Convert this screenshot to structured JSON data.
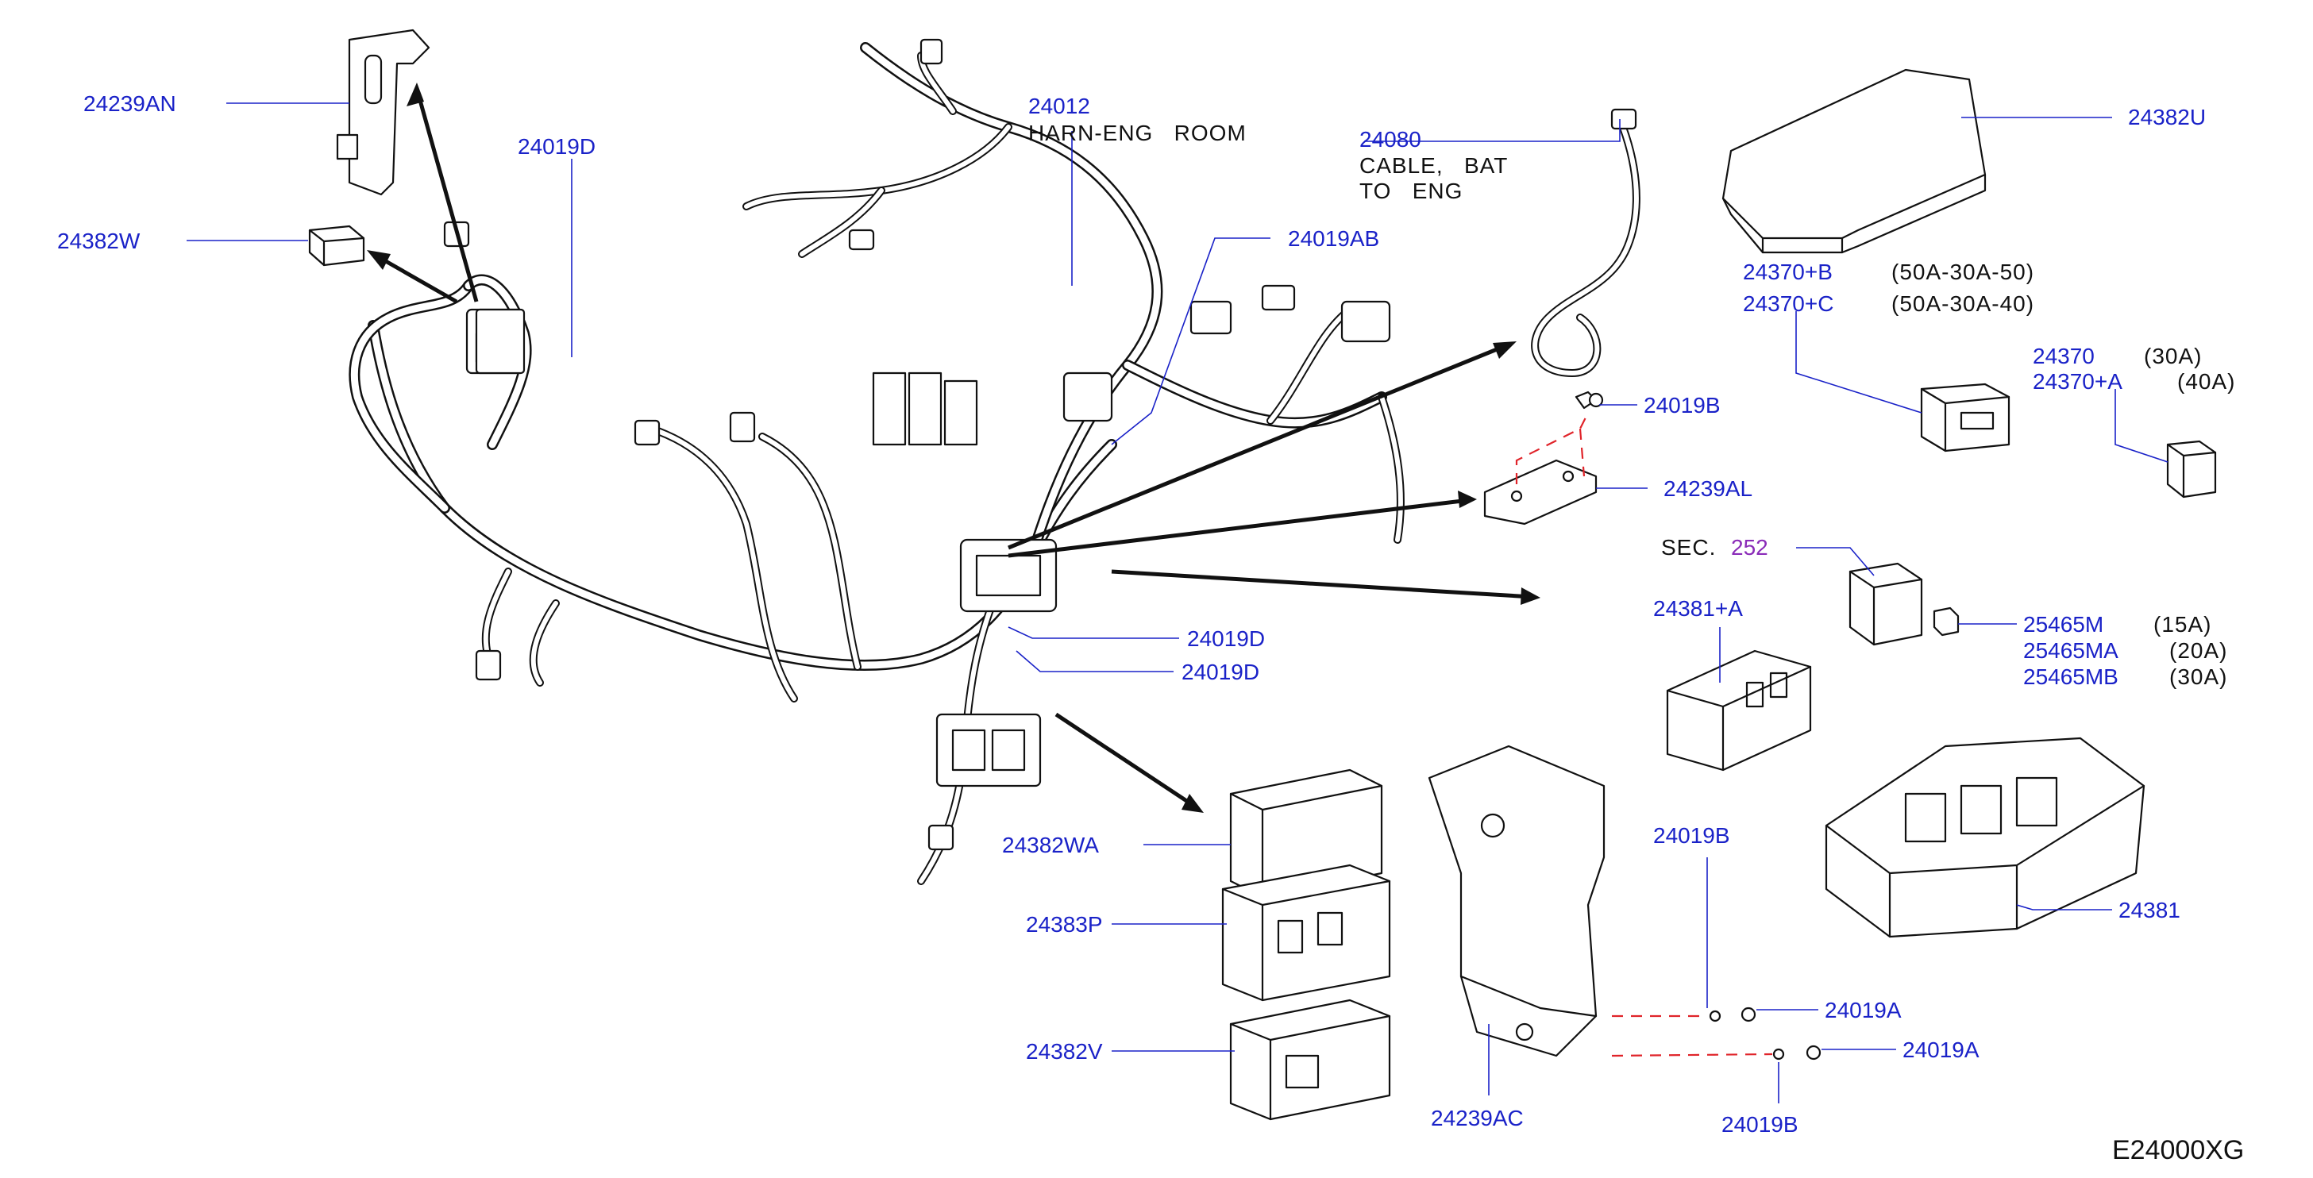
{
  "diagram_code": "E24000XG",
  "sec_label": "SEC.",
  "sec_number": "252",
  "colors": {
    "part_number": "#1a22c8",
    "sec_number": "#8a2bb8",
    "dashed_guide": "#e0242a",
    "ink": "#111111"
  },
  "parts": [
    {
      "id": "24239AN",
      "label": "24239AN"
    },
    {
      "id": "24019D-top",
      "label": "24019D"
    },
    {
      "id": "24382W",
      "label": "24382W"
    },
    {
      "id": "24012",
      "label": "24012",
      "desc": "HARN-ENG   ROOM"
    },
    {
      "id": "24019AB",
      "label": "24019AB"
    },
    {
      "id": "24080",
      "label": "24080",
      "desc1": "CABLE,   BAT",
      "desc2": "TO   ENG"
    },
    {
      "id": "24382U",
      "label": "24382U"
    },
    {
      "id": "24370+B",
      "label": "24370+B",
      "rating": "(50A-30A-50)"
    },
    {
      "id": "24370+C",
      "label": "24370+C",
      "rating": "(50A-30A-40)"
    },
    {
      "id": "24370",
      "label": "24370",
      "rating": "(30A)"
    },
    {
      "id": "24370+A",
      "label": "24370+A",
      "rating": "(40A)"
    },
    {
      "id": "24019B-top",
      "label": "24019B"
    },
    {
      "id": "24239AL",
      "label": "24239AL"
    },
    {
      "id": "24381+A",
      "label": "24381+A"
    },
    {
      "id": "25465M",
      "label": "25465M",
      "rating": "(15A)"
    },
    {
      "id": "25465MA",
      "label": "25465MA",
      "rating": "(20A)"
    },
    {
      "id": "25465MB",
      "label": "25465MB",
      "rating": "(30A)"
    },
    {
      "id": "24019D-mid1",
      "label": "24019D"
    },
    {
      "id": "24019D-mid2",
      "label": "24019D"
    },
    {
      "id": "24382WA",
      "label": "24382WA"
    },
    {
      "id": "24383P",
      "label": "24383P"
    },
    {
      "id": "24382V",
      "label": "24382V"
    },
    {
      "id": "24019B-mid",
      "label": "24019B"
    },
    {
      "id": "24019A-1",
      "label": "24019A"
    },
    {
      "id": "24019A-2",
      "label": "24019A"
    },
    {
      "id": "24239AC",
      "label": "24239AC"
    },
    {
      "id": "24019B-bot",
      "label": "24019B"
    },
    {
      "id": "24381",
      "label": "24381"
    }
  ]
}
